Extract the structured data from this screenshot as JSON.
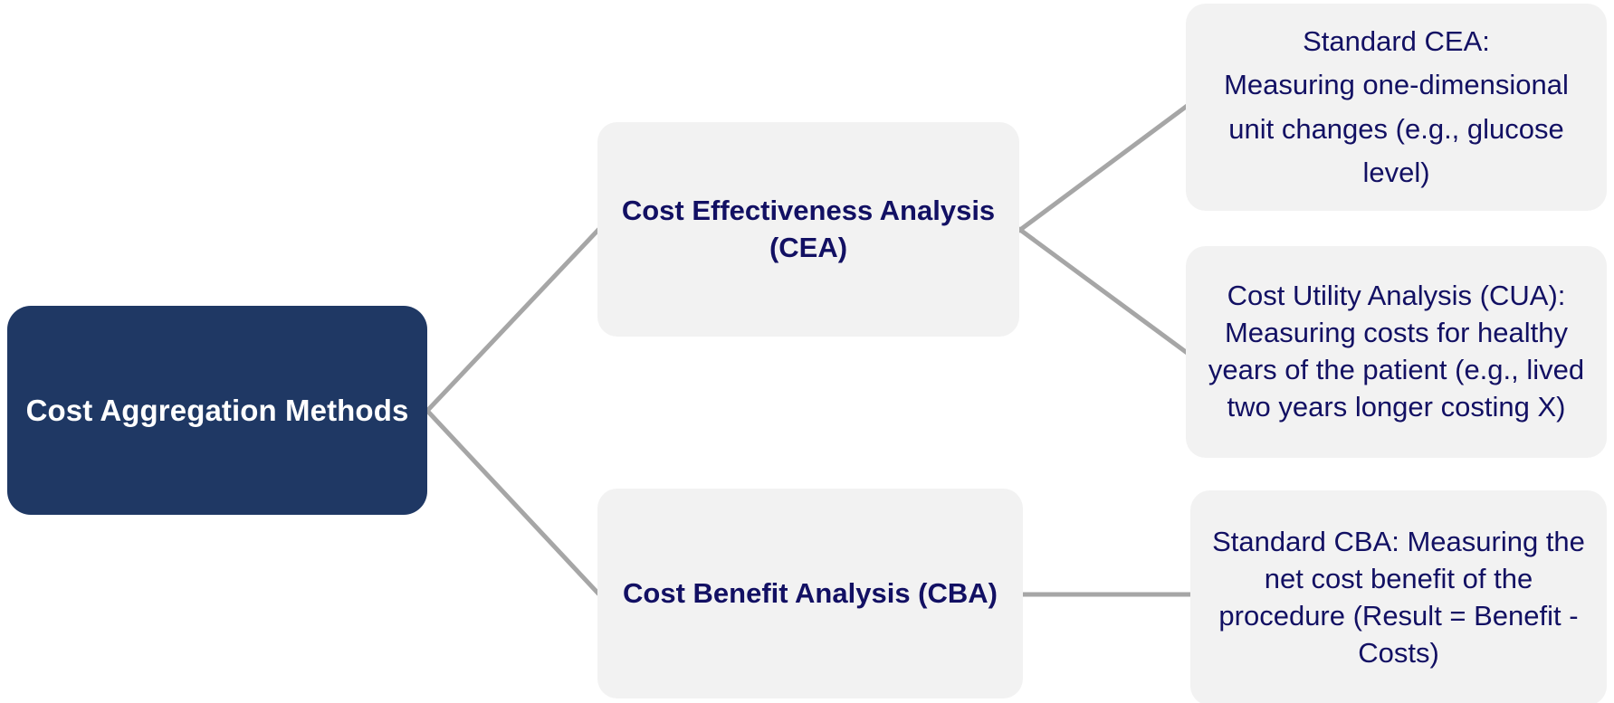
{
  "diagram": {
    "title": "Cost Aggregation Methods",
    "colors": {
      "root_fill": "#1F3864",
      "root_text": "#FFFFFF",
      "node_fill": "#F2F2F2",
      "node_text": "#121063",
      "connector": "#A6A6A6",
      "background": "#FFFFFF"
    },
    "nodes": {
      "root": {
        "label": "Cost Aggregation Methods"
      },
      "cea": {
        "label": "Cost Effectiveness Analysis (CEA)"
      },
      "cba": {
        "label": "Cost Benefit Analysis (CBA)"
      },
      "standard_cea": {
        "label": "Standard CEA:\nMeasuring one-dimensional unit changes (e.g., glucose level)"
      },
      "cua": {
        "label": "Cost Utility Analysis (CUA): Measuring costs for healthy years of the patient (e.g., lived two years longer costing X)"
      },
      "standard_cba": {
        "label": "Standard CBA: Measuring the net cost benefit of the procedure (Result = Benefit - Costs)"
      }
    },
    "edges": [
      {
        "name": "root-to-cea",
        "from": "root",
        "to": "cea"
      },
      {
        "name": "root-to-cba",
        "from": "root",
        "to": "cba"
      },
      {
        "name": "cea-to-standard-cea",
        "from": "cea",
        "to": "standard_cea"
      },
      {
        "name": "cea-to-cua",
        "from": "cea",
        "to": "cua"
      },
      {
        "name": "cba-to-standard-cba",
        "from": "cba",
        "to": "standard_cba"
      }
    ]
  }
}
